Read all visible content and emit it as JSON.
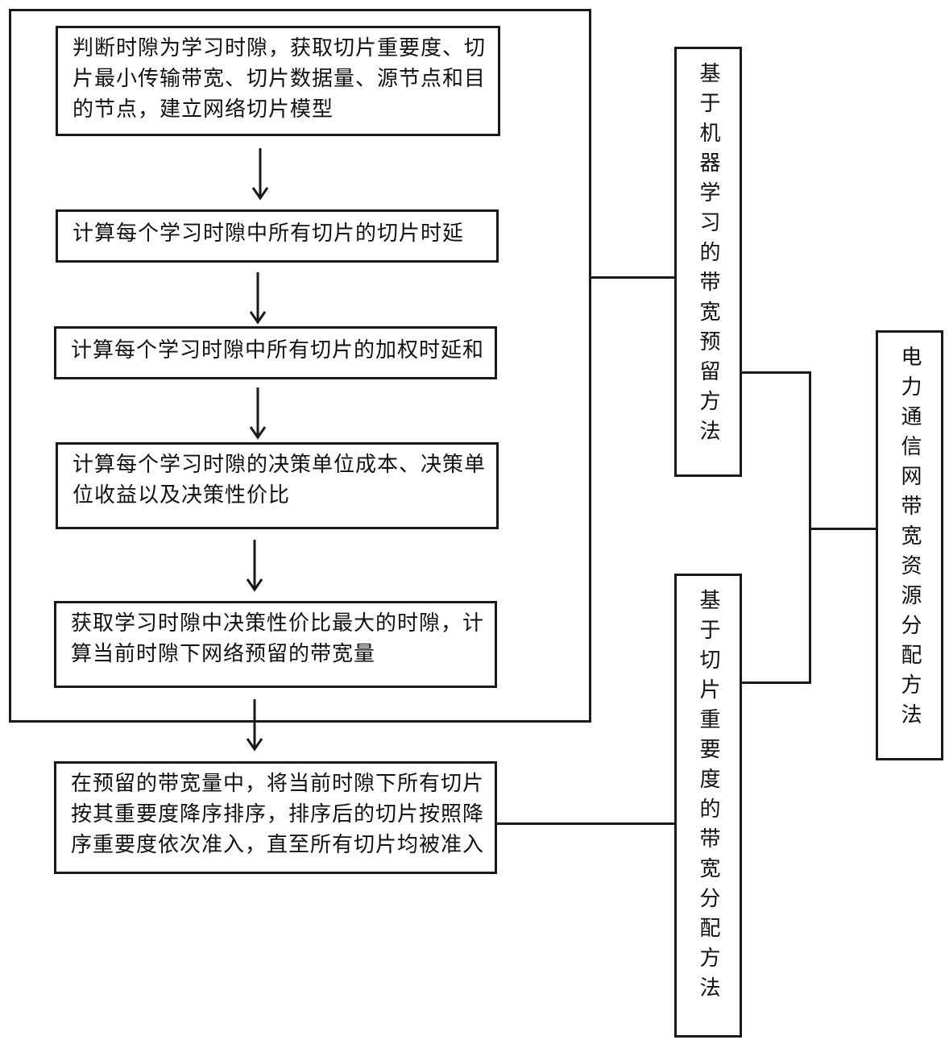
{
  "steps": [
    {
      "text": "判断时隙为学习时隙，获取切片重要度、切片最小传输带宽、切片数据量、源节点和目的节点，建立网络切片模型"
    },
    {
      "text": "计算每个学习时隙中所有切片的切片时延"
    },
    {
      "text": "计算每个学习时隙中所有切片的加权时延和"
    },
    {
      "text": "计算每个学习时隙的决策单位成本、决策单位收益以及决策性价比"
    },
    {
      "text": "获取学习时隙中决策性价比最大的时隙，计算当前时隙下网络预留的带宽量"
    },
    {
      "text": "在预留的带宽量中，将当前时隙下所有切片按其重要度降序排序，排序后的切片按照降序重要度依次准入，直至所有切片均被准入"
    }
  ],
  "labels": {
    "reservation_method": "基于机器学习的带宽预留方法",
    "allocation_method": "基于切片重要度的带宽分配方法",
    "overall_method": "电力通信网带宽资源分配方法"
  }
}
